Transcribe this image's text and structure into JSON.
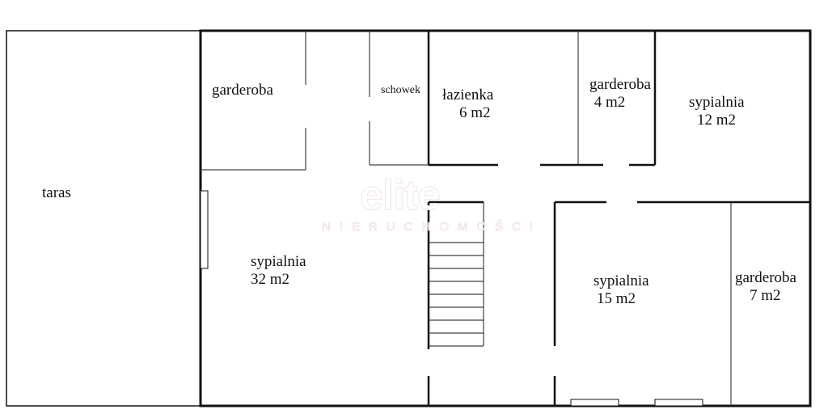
{
  "watermark": {
    "brand": "elite",
    "sub": "NIERUCHOMOŚCI"
  },
  "rooms": {
    "taras": {
      "name": "taras"
    },
    "garderoba_left": {
      "name": "garderoba"
    },
    "schowek": {
      "name": "schowek"
    },
    "lazienka": {
      "name": "łazienka",
      "area": "6 m2"
    },
    "garderoba_4": {
      "name": "garderoba",
      "area": "4 m2"
    },
    "sypialnia_12": {
      "name": "sypialnia",
      "area": "12 m2"
    },
    "sypialnia_32": {
      "name": "sypialnia",
      "area": "32 m2"
    },
    "sypialnia_15": {
      "name": "sypialnia",
      "area": "15 m2"
    },
    "garderoba_7": {
      "name": "garderoba",
      "area": "7 m2"
    }
  }
}
